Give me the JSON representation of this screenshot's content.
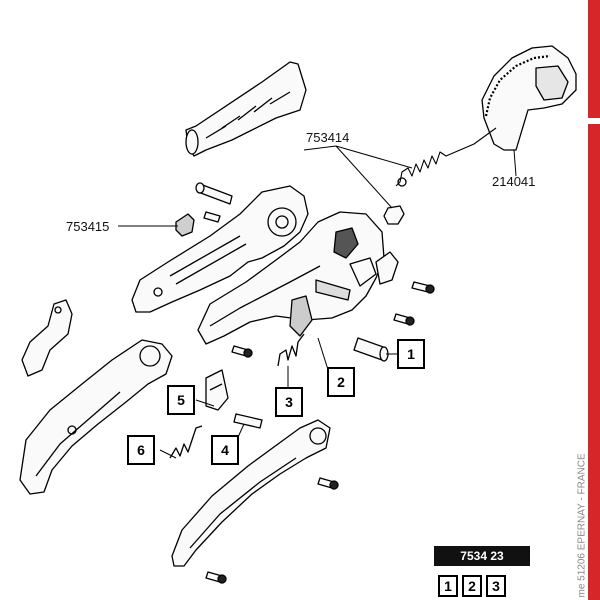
{
  "part_numbers": {
    "grip_pin_kit": "753414",
    "clip": "753415",
    "blade": "214041"
  },
  "callouts": [
    "1",
    "2",
    "3",
    "4",
    "5",
    "6"
  ],
  "kit": {
    "reference": "7534 23",
    "items": [
      "1",
      "2",
      "3"
    ]
  },
  "side_text": "me 51206 EPERNAY - FRANCE",
  "colors": {
    "accent_red": "#d6262a",
    "line": "#000000"
  }
}
